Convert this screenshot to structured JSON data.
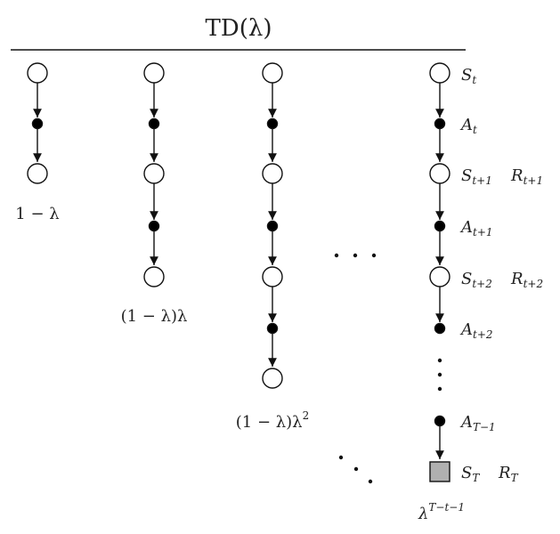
{
  "title": "TD(λ)",
  "backup_weights": {
    "one_step": "1 − λ",
    "two_step_a": "(1 − λ)λ",
    "three_step_a": "(1 − λ)λ",
    "three_step_exp": "2",
    "final_base": "λ",
    "final_exp": "T−t−1"
  },
  "right_labels": {
    "s_t": {
      "main": "S",
      "sub": "t"
    },
    "a_t": {
      "main": "A",
      "sub": "t"
    },
    "s_t1": {
      "main": "S",
      "sub": "t+1"
    },
    "r_t1": {
      "main": "R",
      "sub": "t+1"
    },
    "a_t1": {
      "main": "A",
      "sub": "t+1"
    },
    "s_t2": {
      "main": "S",
      "sub": "t+2"
    },
    "r_t2": {
      "main": "R",
      "sub": "t+2"
    },
    "a_t2": {
      "main": "A",
      "sub": "t+2"
    },
    "a_T1": {
      "main": "A",
      "sub": "T−1"
    },
    "s_T": {
      "main": "S",
      "sub": "T"
    },
    "r_T": {
      "main": "R",
      "sub": "T"
    }
  },
  "colors": {
    "state_fill": "#ffffff",
    "action_fill": "#000000",
    "terminal_fill": "#b0b0b0",
    "stroke": "#111111"
  }
}
